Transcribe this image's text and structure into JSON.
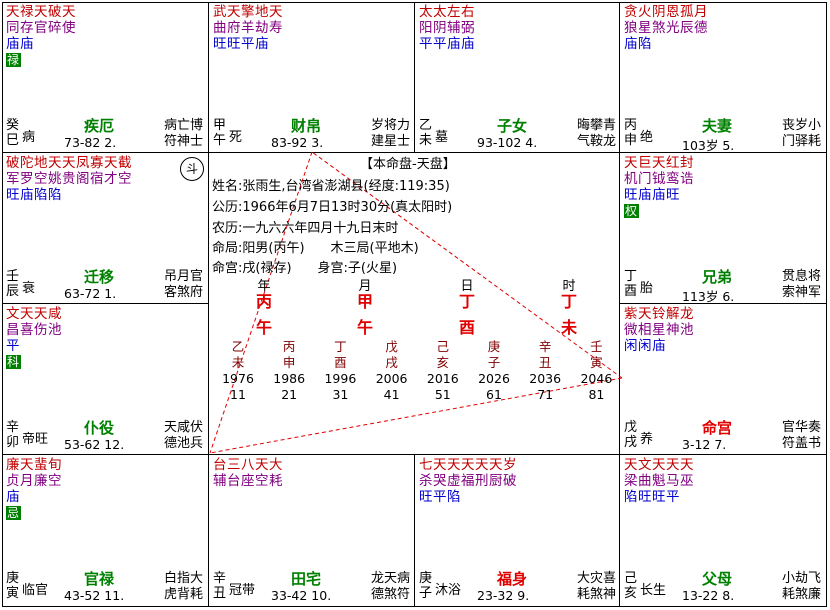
{
  "center": {
    "title": "【本命盘-天盘】",
    "lines": [
      {
        "label": "姓名:",
        "value": "张雨生,台湾省澎湖县(经度:119:35)"
      },
      {
        "label": "公历:",
        "value": "1966年6月7日13时30分(真太阳时)"
      },
      {
        "label": "农历:",
        "value": "一九六六年四月十九日末时"
      },
      {
        "label": "命局:",
        "value": "阳男(丙午)　　木三局(平地木)"
      },
      {
        "label": "命宫:",
        "value": "戌(禄存)　　身宫:子(火星)"
      }
    ],
    "pillar_labels": [
      "年",
      "月",
      "日",
      "时"
    ],
    "pillars": [
      {
        "stem": "丙",
        "branch": "午"
      },
      {
        "stem": "甲",
        "branch": "午"
      },
      {
        "stem": "丁",
        "branch": "酉"
      },
      {
        "stem": "丁",
        "branch": "未"
      }
    ],
    "decades": [
      {
        "stem": "乙",
        "branch": "未",
        "year": "1976",
        "age": "11"
      },
      {
        "stem": "丙",
        "branch": "申",
        "year": "1986",
        "age": "21"
      },
      {
        "stem": "丁",
        "branch": "酉",
        "year": "1996",
        "age": "31"
      },
      {
        "stem": "戊",
        "branch": "戌",
        "year": "2006",
        "age": "41"
      },
      {
        "stem": "己",
        "branch": "亥",
        "year": "2016",
        "age": "51"
      },
      {
        "stem": "庚",
        "branch": "子",
        "year": "2026",
        "age": "61"
      },
      {
        "stem": "辛",
        "branch": "丑",
        "year": "2036",
        "age": "71"
      },
      {
        "stem": "壬",
        "branch": "寅",
        "year": "2046",
        "age": "81"
      }
    ],
    "dou_mark": "斗"
  },
  "palaces": [
    {
      "id": "si",
      "row": 1,
      "stars_red": "天禄天破天",
      "stars_purple": "同存官碎使",
      "brightness": "庙庙",
      "hua": "禄",
      "stem": "癸",
      "branch": "巳",
      "changsheng": "病",
      "name": "疾厄",
      "age_range": "73-82 2.",
      "gods_top": "病亡博",
      "gods_bottom": "符神士",
      "name_red": false
    },
    {
      "id": "wu",
      "row": 1,
      "stars_red": "武天擎地天",
      "stars_purple": "曲府羊劫寿",
      "brightness": "旺旺平庙",
      "hua": "",
      "stem": "甲",
      "branch": "午",
      "changsheng": "死",
      "name": "财帛",
      "age_range": "83-92 3.",
      "gods_top": "岁将力",
      "gods_bottom": "建星士",
      "name_red": false
    },
    {
      "id": "wei",
      "row": 1,
      "stars_red": "太太左右",
      "stars_purple": "阳阴辅弼",
      "brightness": "平平庙庙",
      "hua": "",
      "stem": "乙",
      "branch": "未",
      "changsheng": "墓",
      "name": "子女",
      "age_range": "93-102 4.",
      "gods_top": "晦攀青",
      "gods_bottom": "气鞍龙",
      "name_red": false
    },
    {
      "id": "shen",
      "row": 1,
      "stars_red": "贪火阴恩孤月",
      "stars_purple": "狼星煞光辰德",
      "brightness": "庙陷",
      "hua": "",
      "stem": "丙",
      "branch": "申",
      "changsheng": "绝",
      "name": "夫妻",
      "age_range": "103岁 5.",
      "gods_top": "丧岁小",
      "gods_bottom": "门驿耗",
      "name_red": false
    },
    {
      "id": "chen",
      "row": 2,
      "stars_red": "破陀地天天凤寡天截",
      "stars_purple": "军罗空姚贵阁宿才空",
      "brightness": "旺庙陷陷",
      "hua": "",
      "stem": "壬",
      "branch": "辰",
      "changsheng": "衰",
      "name": "迁移",
      "age_range": "63-72 1.",
      "gods_top": "吊月官",
      "gods_bottom": "客煞府",
      "name_red": false
    },
    {
      "id": "you",
      "row": 2,
      "stars_red": "天巨天红封",
      "stars_purple": "机门钺鸾诰",
      "brightness": "旺庙庙旺",
      "hua": "权",
      "stem": "丁",
      "branch": "酉",
      "changsheng": "胎",
      "name": "兄弟",
      "age_range": "113岁 6.",
      "gods_top": "贯息将",
      "gods_bottom": "索神军",
      "name_red": false
    },
    {
      "id": "mao",
      "row": 3,
      "stars_red": "文天天咸",
      "stars_purple": "昌喜伤池",
      "brightness": "平",
      "hua": "科",
      "stem": "辛",
      "branch": "卯",
      "changsheng": "帝旺",
      "name": "仆役",
      "age_range": "53-62 12.",
      "gods_top": "天咸伏",
      "gods_bottom": "德池兵",
      "name_red": false
    },
    {
      "id": "xu",
      "row": 3,
      "stars_red": "紫天铃解龙",
      "stars_purple": "微相星神池",
      "brightness": "闲闲庙",
      "hua": "",
      "stem": "戊",
      "branch": "戌",
      "changsheng": "养",
      "name": "命宫",
      "age_range": "3-12 7.",
      "gods_top": "官华奏",
      "gods_bottom": "符盖书",
      "name_red": true
    },
    {
      "id": "yin",
      "row": 4,
      "stars_red": "廉天蜚旬",
      "stars_purple": "贞月廉空",
      "brightness": "庙",
      "hua": "忌",
      "stem": "庚",
      "branch": "寅",
      "changsheng": "临官",
      "name": "官禄",
      "age_range": "43-52 11.",
      "gods_top": "白指大",
      "gods_bottom": "虎背耗",
      "name_red": false
    },
    {
      "id": "chou",
      "row": 4,
      "stars_red": "台三八天大",
      "stars_purple": "辅台座空耗",
      "brightness": "",
      "hua": "",
      "stem": "辛",
      "branch": "丑",
      "changsheng": "冠带",
      "name": "田宅",
      "age_range": "33-42 10.",
      "gods_top": "龙天病",
      "gods_bottom": "德煞符",
      "name_red": false
    },
    {
      "id": "zi",
      "row": 4,
      "stars_red": "七天天天天天岁",
      "stars_purple": "杀哭虚福刑厨破",
      "brightness": "旺平陷",
      "hua": "",
      "stem": "庚",
      "branch": "子",
      "changsheng": "沐浴",
      "name": "福身",
      "age_range": "23-32 9.",
      "gods_top": "大灾喜",
      "gods_bottom": "耗煞神",
      "name_red": true
    },
    {
      "id": "hai",
      "row": 4,
      "stars_red": "天文天天天",
      "stars_purple": "梁曲魁马巫",
      "brightness": "陷旺旺平",
      "hua": "",
      "stem": "己",
      "branch": "亥",
      "changsheng": "长生",
      "name": "父母",
      "age_range": "13-22 8.",
      "gods_top": "小劫飞",
      "gods_bottom": "耗煞廉",
      "name_red": false
    }
  ],
  "colors": {
    "star_main": "#c00000",
    "star_minor": "#800080",
    "brightness": "#0000cc",
    "hua_bg": "#008000",
    "palace_name": "#008000",
    "palace_name_highlight": "#e00000",
    "pillar": "#e00000",
    "sanfang_line": "#e00000"
  }
}
